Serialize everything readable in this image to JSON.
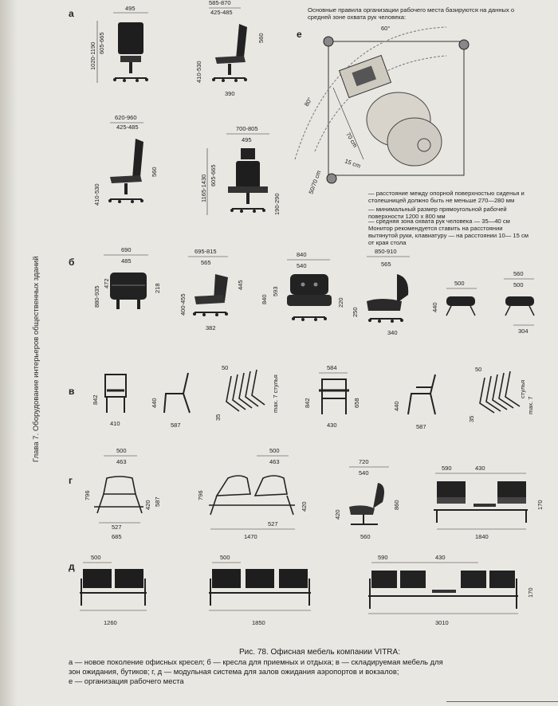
{
  "side_title": "Глава 7. Оборудование интерьеров общественных зданий",
  "row_letters": {
    "a": "а",
    "b": "б",
    "v": "в",
    "g": "г",
    "d": "д",
    "e": "е"
  },
  "workplace": {
    "intro": "Основные правила организации рабочего места базируются на данных о средней зоне охвата рук человека:",
    "angle_top": "60°",
    "angle_left": "80°",
    "label_70cm": "70 cm",
    "label_15cm": "15 cm",
    "label_corner": "50/70 cm",
    "notes": [
      "— расстояние между опорной поверхностью сиденья и столешницей должно быть не меньше 270—280 мм",
      "— минимальный размер прямоугольной рабочей поверхности 1200 х 800 мм",
      "— средняя зона охвата рук человека — 35—40 см Монитор рекомендуется ставить на расстоянии вытянутой руки, клавиатуру — на расстоянии 10— 15 см от края стола"
    ]
  },
  "dims": {
    "a": {
      "c1_top": "495",
      "c1_side1": "1020-1190",
      "c1_side2": "605-665",
      "c2_top1": "585-870",
      "c2_top2": "425-485",
      "c2_right": "560",
      "c2_left": "410-530",
      "c2_bottom": "390",
      "c3_top1": "620-960",
      "c3_top2": "425-485",
      "c3_right": "560",
      "c3_left": "410-530",
      "c4_top1": "700-805",
      "c4_top2": "495",
      "c4_left1": "1165-1430",
      "c4_left2": "605-665",
      "c4_right": "190-290"
    },
    "b": {
      "c1_top1": "690",
      "c1_top2": "485",
      "c1_left1": "880-935",
      "c1_left2": "472",
      "c1_right": "218",
      "c2_top1": "695-815",
      "c2_top2": "565",
      "c2_left": "400-455",
      "c2_right": "445",
      "c2_bottom": "382",
      "c3_top1": "840",
      "c3_top2": "540",
      "c3_left1": "840",
      "c3_left2": "593",
      "c3_right": "220",
      "c4_top1": "850-910",
      "c4_top2": "565",
      "c4_left": "250",
      "c4_bottom": "340",
      "c5_top": "500",
      "c5_left": "440",
      "c6_top1": "560",
      "c6_top2": "500",
      "c6_bottom": "304"
    },
    "v": {
      "c1_left": "842",
      "c1_bottom": "410",
      "c2_left": "440",
      "c2_bottom": "587",
      "c3_top": "50",
      "c3_right": "max. 7 стулья",
      "c3_left": "35",
      "c4_top": "584",
      "c4_left": "842",
      "c4_right": "658",
      "c4_bottom": "430",
      "c5_left": "440",
      "c5_bottom": "587",
      "c6_top": "50",
      "c6_right1": "стулья",
      "c6_right2": "max. 7",
      "c6_left": "35"
    },
    "g": {
      "c1_top1": "500",
      "c1_top2": "463",
      "c1_left": "796",
      "c1_right1": "420",
      "c1_right2": "587",
      "c1_bottom1": "527",
      "c1_bottom2": "685",
      "c2_top1": "500",
      "c2_top2": "463",
      "c2_left": "796",
      "c2_right": "420",
      "c2_bottom1": "527",
      "c2_bottom2": "1470",
      "c3_top1": "720",
      "c3_top2": "540",
      "c3_left": "420",
      "c3_right": "860",
      "c3_bottom": "560",
      "c4_top1": "590",
      "c4_top2": "430",
      "c4_right": "170",
      "c4_bottom": "1840"
    },
    "d": {
      "c1_top": "500",
      "c1_bottom": "1260",
      "c2_top": "500",
      "c2_bottom": "1850",
      "c3_top1": "590",
      "c3_top2": "430",
      "c3_right": "170",
      "c3_bottom": "3010"
    }
  },
  "caption": {
    "title": "Рис. 78. Офисная мебель компании VITRA:",
    "lines": [
      "а — новое поколение офисных кресел; б — кресла для приемных и отдыха; в — складируемая мебель для",
      "зон ожидания, бутиков; г, д — модульная система для залов ожидания аэропортов и вокзалов;",
      "е — организация рабочего места"
    ]
  }
}
